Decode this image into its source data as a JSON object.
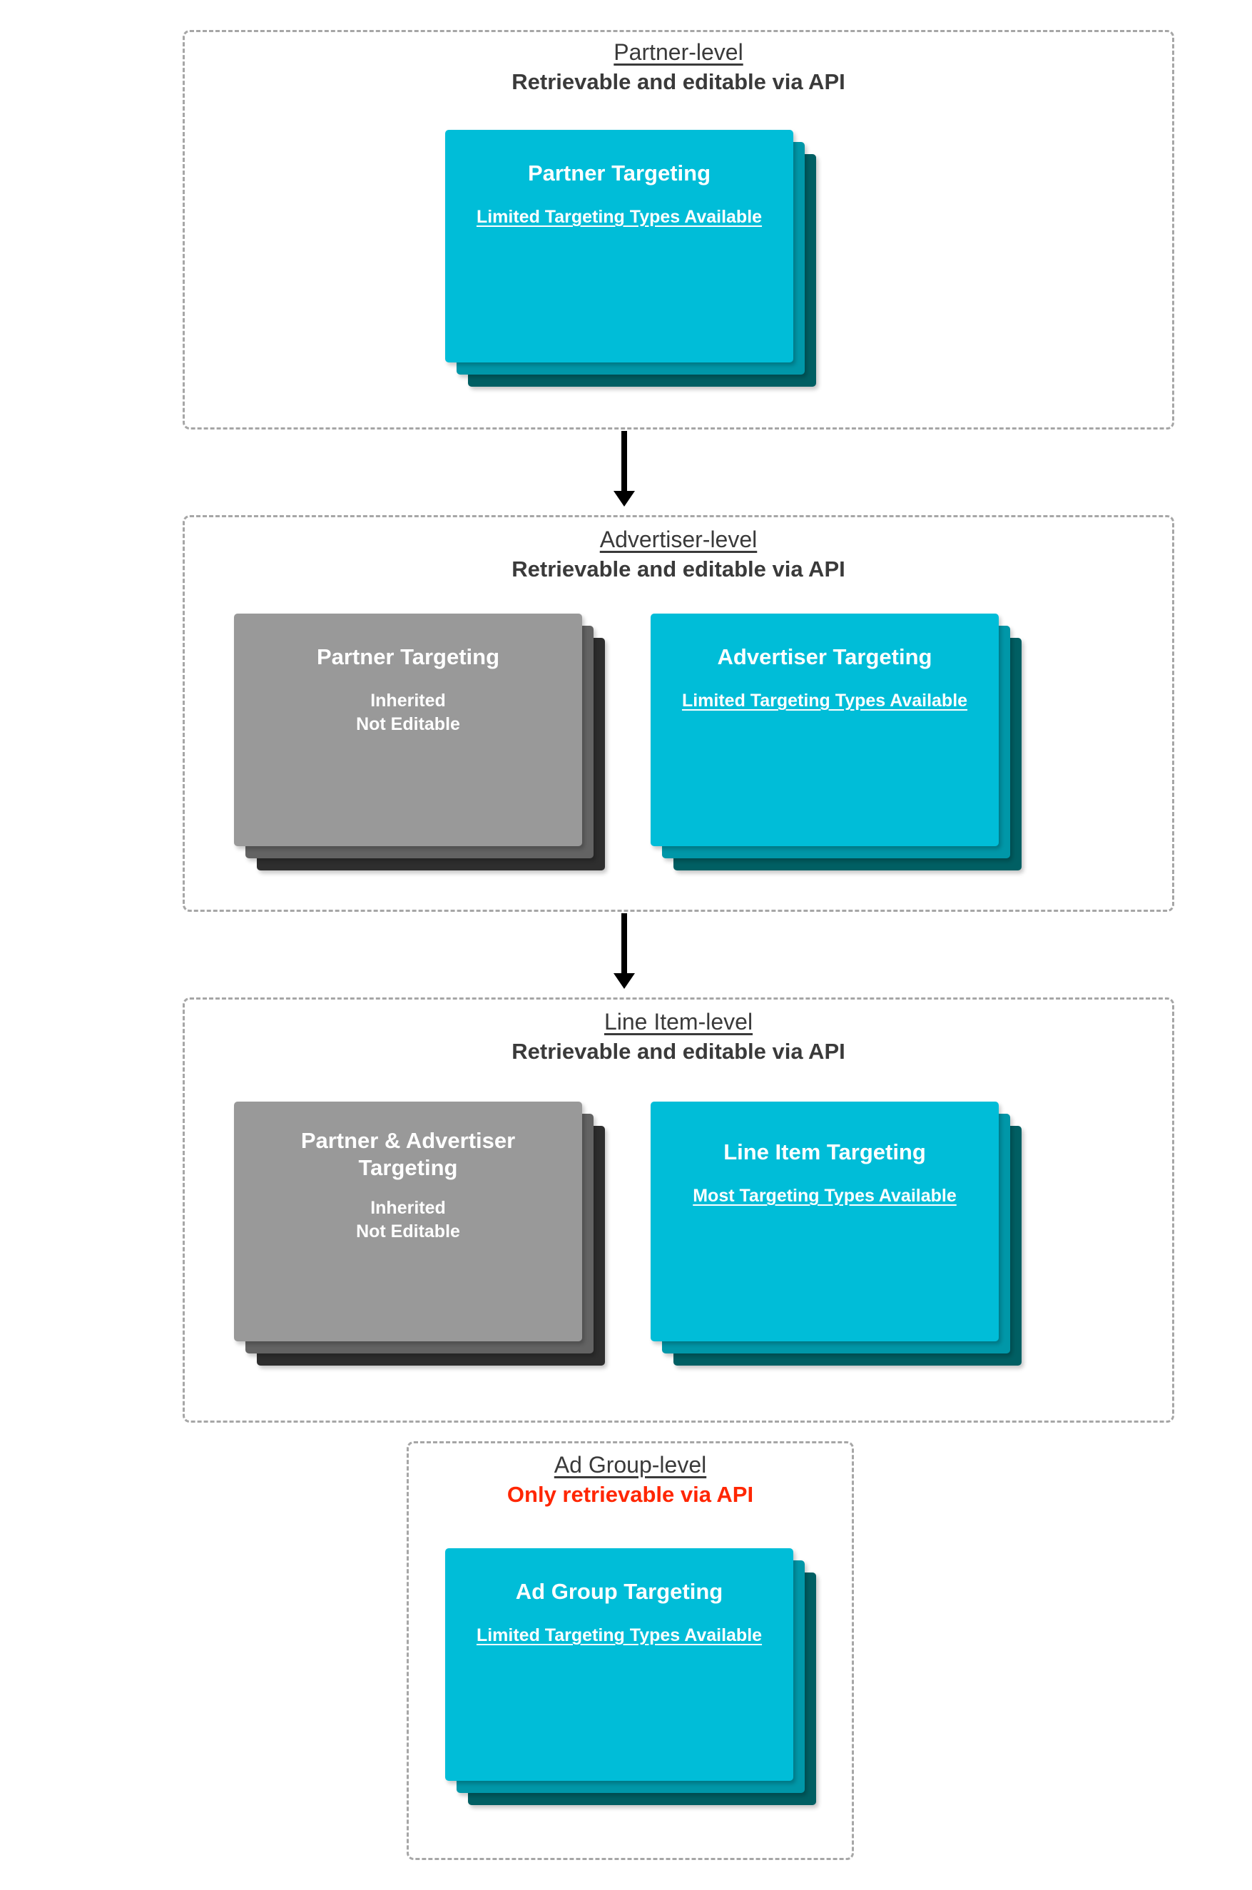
{
  "diagram": {
    "title": "Targeting inheritance across partner, advertiser, line item and ad group levels",
    "accent_cyan": "#00bdd8",
    "accent_cyan_mid": "#0097a8",
    "accent_cyan_dark": "#005f63",
    "gray_front": "#999999",
    "gray_mid": "#636363",
    "gray_dark": "#2e2e2e",
    "alert_color": "#ff2600",
    "text_color": "#3a3a3a",
    "border_color": "#a6a6a6"
  },
  "levels": [
    {
      "id": "partner",
      "title": "Partner-level",
      "subtitle": "Retrievable and editable via API",
      "subtitle_alert": false,
      "cards": [
        {
          "id": "partner-targeting",
          "theme": "cyan",
          "title": "Partner Targeting",
          "note": "Limited Targeting Types Available",
          "note_underlined": true
        }
      ]
    },
    {
      "id": "advertiser",
      "title": "Advertiser-level",
      "subtitle": "Retrievable and editable via API",
      "subtitle_alert": false,
      "cards": [
        {
          "id": "advertiser-inherited-partner-targeting",
          "theme": "gray",
          "title": "Partner Targeting",
          "note": "Inherited\nNot Editable",
          "note_underlined": false
        },
        {
          "id": "advertiser-targeting",
          "theme": "cyan",
          "title": "Advertiser Targeting",
          "note": "Limited Targeting Types Available",
          "note_underlined": true
        }
      ]
    },
    {
      "id": "line-item",
      "title": "Line Item-level",
      "subtitle": "Retrievable and editable via API",
      "subtitle_alert": false,
      "cards": [
        {
          "id": "line-item-inherited-targeting",
          "theme": "gray",
          "title": "Partner & Advertiser Targeting",
          "note": "Inherited\nNot Editable",
          "note_underlined": false
        },
        {
          "id": "line-item-targeting",
          "theme": "cyan",
          "title": "Line Item Targeting",
          "note": "Most Targeting Types Available",
          "note_underlined": true
        }
      ]
    },
    {
      "id": "ad-group",
      "title": "Ad Group-level",
      "subtitle": "Only retrievable via API",
      "subtitle_alert": true,
      "cards": [
        {
          "id": "ad-group-targeting",
          "theme": "cyan",
          "title": "Ad Group Targeting",
          "note": "Limited Targeting Types Available",
          "note_underlined": true
        }
      ]
    }
  ],
  "connectors": [
    {
      "id": "partner-to-advertiser",
      "from": "partner",
      "to": "advertiser"
    },
    {
      "id": "advertiser-to-line-item",
      "from": "advertiser",
      "to": "line-item"
    }
  ]
}
